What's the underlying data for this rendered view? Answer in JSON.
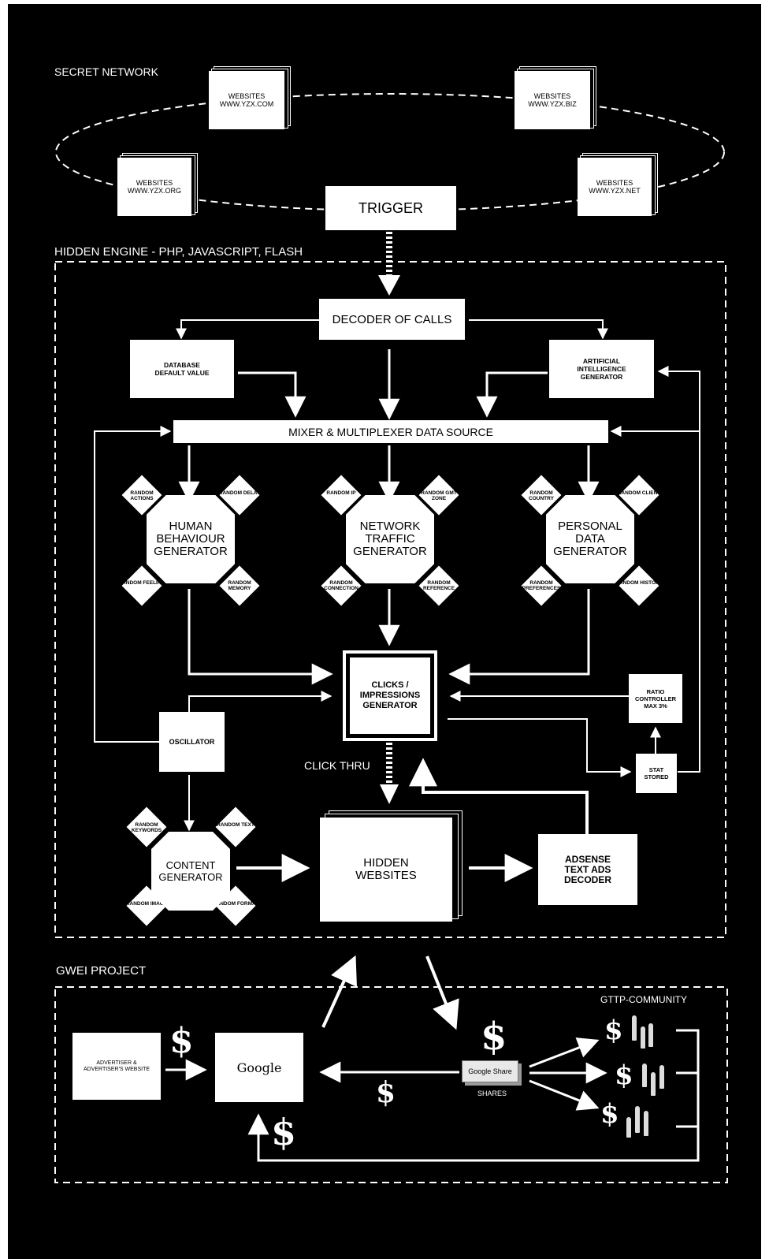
{
  "sections": {
    "secret_network": "SECRET NETWORK",
    "hidden_engine": "HIDDEN ENGINE - PHP, JAVASCRIPT, FLASH",
    "gwei_project": "GWEI PROJECT",
    "gttp_community": "GTTP-COMMUNITY"
  },
  "websites": [
    {
      "title": "WEBSITES",
      "url": "WWW.YZX.COM"
    },
    {
      "title": "WEBSITES",
      "url": "WWW.YZX.BIZ"
    },
    {
      "title": "WEBSITES",
      "url": "WWW.YZX.ORG"
    },
    {
      "title": "WEBSITES",
      "url": "WWW.YZX.NET"
    }
  ],
  "trigger": "TRIGGER",
  "decoder": "DECODER OF CALLS",
  "database": "DATABASE DEFAULT VALUE",
  "ai_generator": "ARTIFICIAL INTELLIGENCE GENERATOR",
  "mixer": "MIXER & MULTIPLEXER  DATA  SOURCE",
  "generators": {
    "human": "HUMAN BEHAVIOUR GENERATOR",
    "network": "NETWORK TRAFFIC GENERATOR",
    "personal": "PERSONAL DATA GENERATOR",
    "content": "CONTENT GENERATOR"
  },
  "randoms": {
    "human": [
      "RANDOM ACTIONS",
      "RANDOM DELAY",
      "RANDOM FEELING",
      "RANDOM MEMORY"
    ],
    "network": [
      "RANDOM IP",
      "RANDOM GMT ZONE",
      "RANDOM CONNECTION",
      "RANDOM REFERENCE"
    ],
    "personal": [
      "RANDOM COUNTRY",
      "RANDOM CLIENT",
      "RANDOM PREFERENCES",
      "RANDOM HISTORY"
    ],
    "content": [
      "RANDOM KEYWORDS",
      "RANDOM TEXT",
      "RANDOM IMAGE",
      "RANDOM FORMAT"
    ]
  },
  "clicks": "CLICKS / IMPRESSIONS GENERATOR",
  "ratio": "RATIO CONTROLLER MAX 3%",
  "stat": "STAT STORED",
  "oscillator": "OSCILLATOR",
  "click_thru": "CLICK THRU",
  "hidden_websites": "HIDDEN WEBSITES",
  "adsense": "ADSENSE TEXT ADS DECODER",
  "advertiser": "ADVERTISER & ADVERTISER'S WEBSITE",
  "google": "Google",
  "google_share": "Google Share",
  "shares": "SHARES",
  "dollar": "$",
  "colors": {
    "background": "#000000",
    "foreground": "#ffffff"
  }
}
